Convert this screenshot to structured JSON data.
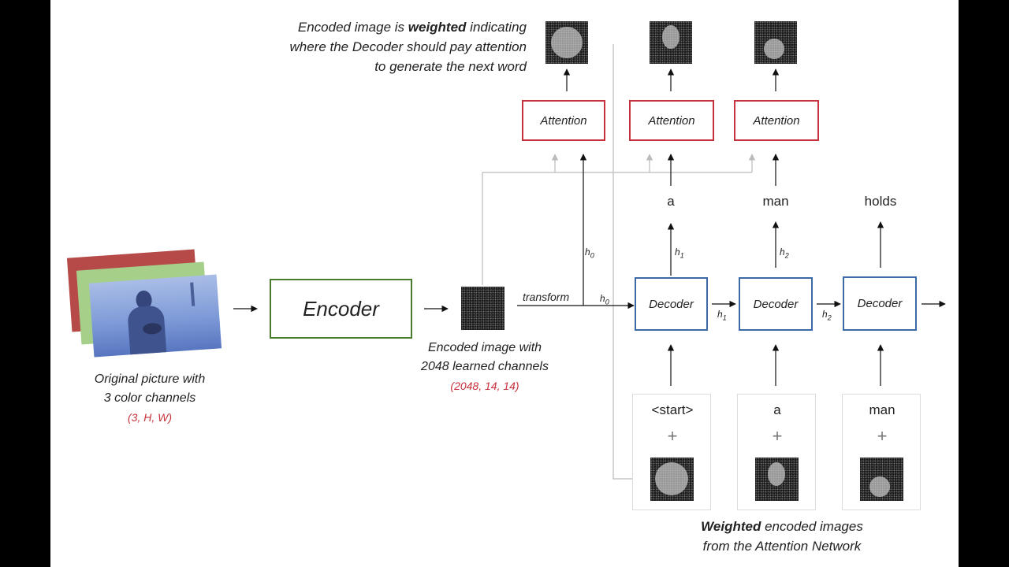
{
  "caption_top": {
    "pre": "Encoded image is ",
    "bold": "weighted",
    "post": " indicating",
    "line2": "where the Decoder should pay attention",
    "line3": "to generate the next word"
  },
  "input_image": {
    "caption_line1": "Original picture with",
    "caption_line2": "3 color channels",
    "shape": "(3, H, W)"
  },
  "encoder": {
    "label": "Encoder"
  },
  "encoded": {
    "caption_line1": "Encoded image with",
    "caption_line2": "2048 learned channels",
    "shape": "(2048, 14, 14)"
  },
  "transform_label": "transform",
  "hidden": {
    "h0_base": "h",
    "h0_sub": "0",
    "h1_base": "h",
    "h1_sub": "1",
    "h2_base": "h",
    "h2_sub": "2"
  },
  "attention_label": "Attention",
  "decoder_label": "Decoder",
  "output_words": [
    "a",
    "man",
    "holds"
  ],
  "input_words": [
    "<start>",
    "a",
    "man"
  ],
  "plus_symbol": "+",
  "caption_bottom": {
    "bold": "Weighted",
    "rest": " encoded images",
    "line2": "from the Attention Network"
  },
  "colors": {
    "attention": "#c8323c",
    "decoder": "#3b6aa6",
    "encoder": "#4a7a2c",
    "shape_text": "#c8323c"
  }
}
